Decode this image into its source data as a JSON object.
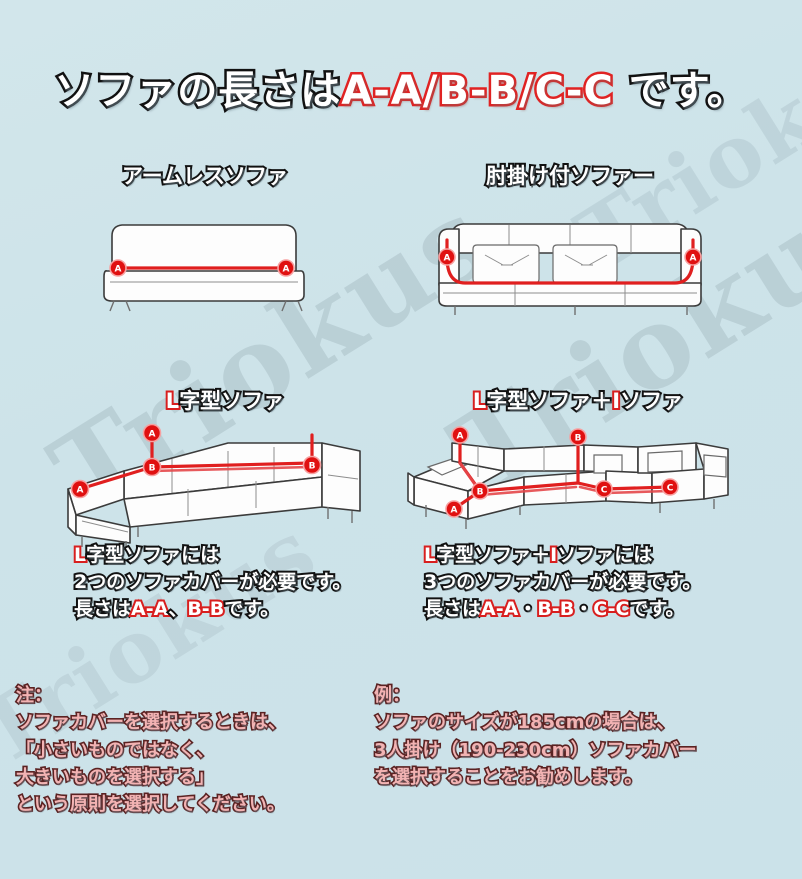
{
  "background_color": "#cfe4ea",
  "accent_color": "#e01f1f",
  "note_text_color": "#f2b3b3",
  "watermark": {
    "text": "Triokus",
    "repeats": 4
  },
  "headline": {
    "prefix": "ソファの長さは",
    "codes": "A-A/B-B/C-C",
    "suffix": " です。"
  },
  "diagrams": [
    {
      "id": "armless-sofa",
      "caption_black": "アームレスソファ",
      "caption_red": "",
      "markers": [
        "A",
        "A"
      ]
    },
    {
      "id": "sofa-with-armrests",
      "caption_black": "肘掛け付ソファー",
      "caption_red": "",
      "markers": [
        "A",
        "A"
      ]
    },
    {
      "id": "l-shaped-sofa",
      "caption_red": "L",
      "caption_black": "字型ソファ",
      "markers": [
        "A",
        "A",
        "B",
        "B"
      ]
    },
    {
      "id": "l-shaped-plus-i-sofa",
      "caption_red": "L",
      "caption_black": "字型ソファ＋",
      "caption_red2": "I",
      "caption_black2": "ソファ",
      "markers": [
        "A",
        "A",
        "B",
        "B",
        "C",
        "C"
      ]
    }
  ],
  "explanations": [
    {
      "id": "l-shaped-explanation",
      "line1_red": "L",
      "line1_black": "字型ソファには",
      "line2": "2つのソファカバーが必要です。",
      "line3_prefix": "長さは",
      "line3_code1": "A-A",
      "line3_sep": "、",
      "line3_code2": "B-B",
      "line3_suffix": "です。"
    },
    {
      "id": "l-plus-i-explanation",
      "line1_red": "L",
      "line1_black": "字型ソファ＋",
      "line1_red2": "I",
      "line1_black2": "ソファには",
      "line2": "3つのソファカバーが必要です。",
      "line3_prefix": "長さは",
      "line3_code1": "A-A",
      "line3_sep": "・",
      "line3_code2": "B-B",
      "line3_sep2": "・",
      "line3_code3": "C-C",
      "line3_suffix": "です。"
    }
  ],
  "notes": {
    "caution": {
      "heading": "注：",
      "lines": [
        "ソファカバーを選択するときは、",
        "「小さいものではなく、",
        "大きいものを選択する」",
        "という原則を選択してください。"
      ]
    },
    "example": {
      "heading": "例：",
      "lines": [
        "ソファのサイズが185cmの場合は、",
        "3人掛け（190-230cm）ソファカバー",
        "を選択することをお勧めします。"
      ]
    }
  }
}
